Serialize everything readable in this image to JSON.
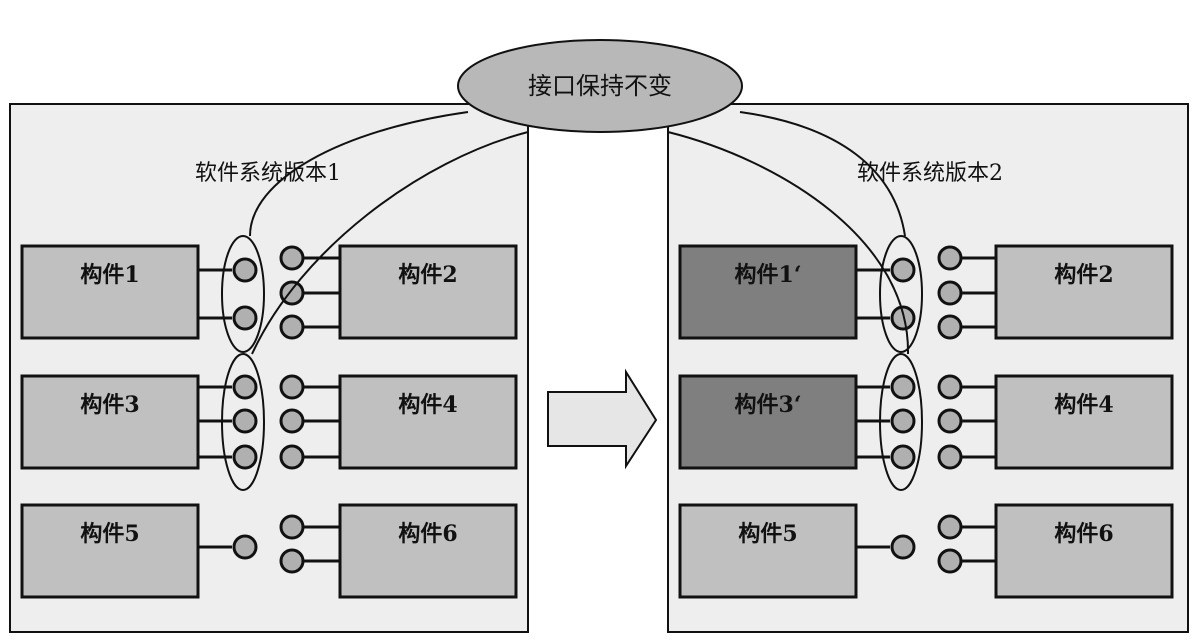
{
  "header_fragment": "",
  "bubble": {
    "label": "接口保持不变"
  },
  "systems": [
    {
      "title": "软件系统版本1",
      "components": [
        {
          "id": "c1",
          "label": "构件1",
          "shade": "#c0c0c0"
        },
        {
          "id": "c2",
          "label": "构件2",
          "shade": "#c0c0c0"
        },
        {
          "id": "c3",
          "label": "构件3",
          "shade": "#c0c0c0"
        },
        {
          "id": "c4",
          "label": "构件4",
          "shade": "#c0c0c0"
        },
        {
          "id": "c5",
          "label": "构件5",
          "shade": "#c0c0c0"
        },
        {
          "id": "c6",
          "label": "构件6",
          "shade": "#c0c0c0"
        }
      ]
    },
    {
      "title": "软件系统版本2",
      "components": [
        {
          "id": "c1",
          "label": "构件1‘",
          "shade": "#7f7f7f"
        },
        {
          "id": "c2",
          "label": "构件2",
          "shade": "#c0c0c0"
        },
        {
          "id": "c3",
          "label": "构件3‘",
          "shade": "#7f7f7f"
        },
        {
          "id": "c4",
          "label": "构件4",
          "shade": "#c0c0c0"
        },
        {
          "id": "c5",
          "label": "构件5",
          "shade": "#c0c0c0"
        },
        {
          "id": "c6",
          "label": "构件6",
          "shade": "#c0c0c0"
        }
      ]
    }
  ],
  "colors": {
    "panel": "#eeeeee",
    "port": "#b0b0b0",
    "bubble": "#b8b8b8",
    "arrow": "#e6e6e6"
  }
}
